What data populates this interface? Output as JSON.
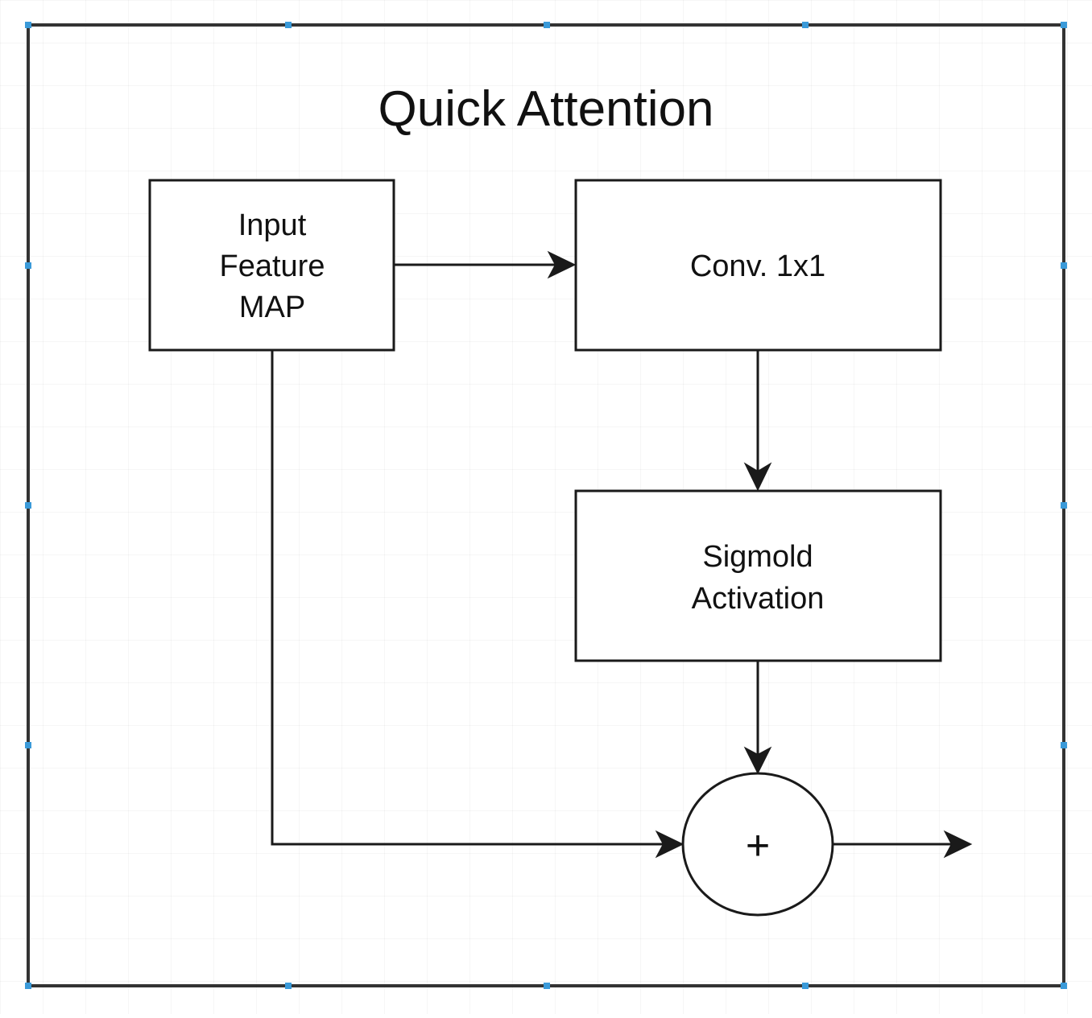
{
  "diagram": {
    "title": "Quick Attention",
    "nodes": {
      "input": {
        "lines": [
          "Input",
          "Feature",
          "MAP"
        ]
      },
      "conv": {
        "lines": [
          "Conv. 1x1"
        ]
      },
      "sigmoid": {
        "lines": [
          "Sigmold",
          "Activation"
        ]
      },
      "sum": {
        "symbol": "+"
      }
    },
    "edges": [
      {
        "from": "input",
        "to": "conv"
      },
      {
        "from": "conv",
        "to": "sigmoid"
      },
      {
        "from": "sigmoid",
        "to": "sum"
      },
      {
        "from": "input",
        "to": "sum"
      },
      {
        "from": "sum",
        "to": "output"
      }
    ],
    "colors": {
      "stroke": "#1a1a1a",
      "frame": "#333333",
      "handle": "#3a9ad9"
    }
  }
}
